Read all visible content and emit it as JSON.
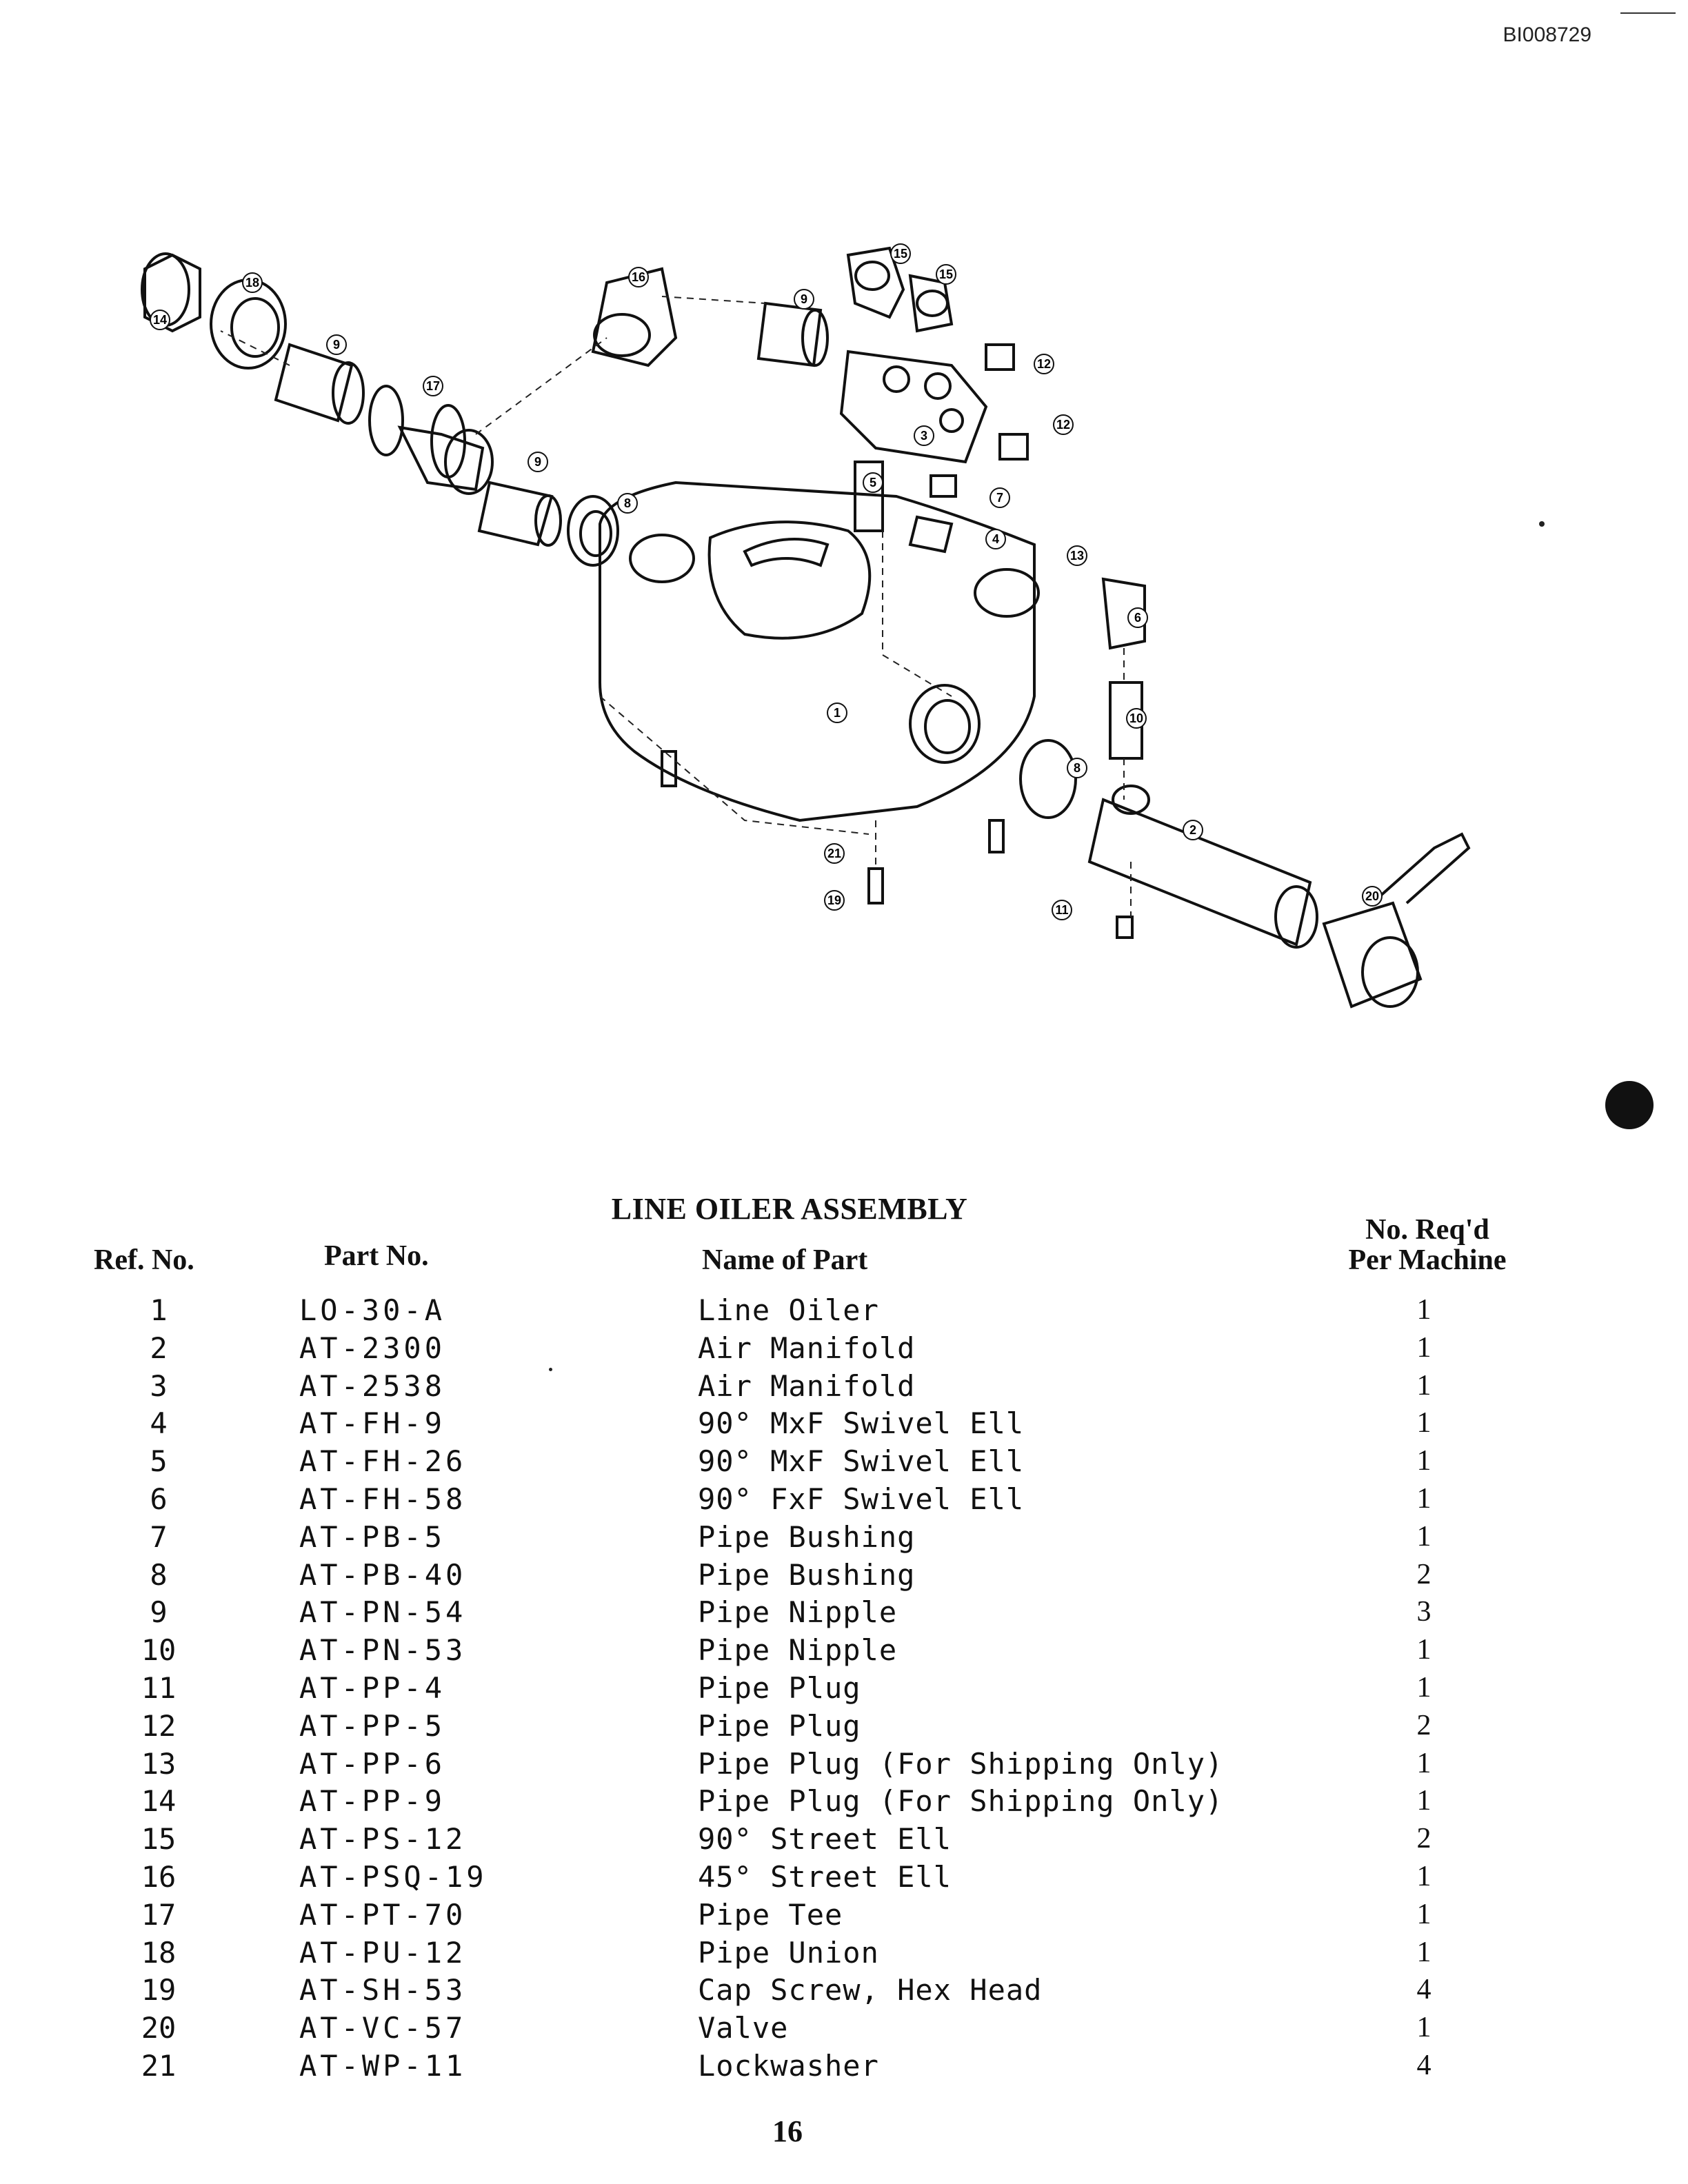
{
  "document_id": "BI008729",
  "title": "LINE OILER ASSEMBLY",
  "headers": {
    "ref_no": "Ref. No.",
    "part_no": "Part No.",
    "name": "Name of Part",
    "qty_line1": "No. Req'd",
    "qty_line2": "Per Machine"
  },
  "rows": [
    {
      "ref": "1",
      "part": "LO-30-A",
      "name": "Line Oiler",
      "qty": "1"
    },
    {
      "ref": "2",
      "part": "AT-2300",
      "name": "Air Manifold",
      "qty": "1"
    },
    {
      "ref": "3",
      "part": "AT-2538",
      "name": "Air Manifold",
      "qty": "1"
    },
    {
      "ref": "4",
      "part": "AT-FH-9",
      "name": "90° MxF Swivel Ell",
      "qty": "1"
    },
    {
      "ref": "5",
      "part": "AT-FH-26",
      "name": "90° MxF Swivel Ell",
      "qty": "1"
    },
    {
      "ref": "6",
      "part": "AT-FH-58",
      "name": "90° FxF Swivel Ell",
      "qty": "1"
    },
    {
      "ref": "7",
      "part": "AT-PB-5",
      "name": "Pipe Bushing",
      "qty": "1"
    },
    {
      "ref": "8",
      "part": "AT-PB-40",
      "name": "Pipe Bushing",
      "qty": "2"
    },
    {
      "ref": "9",
      "part": "AT-PN-54",
      "name": "Pipe Nipple",
      "qty": "3"
    },
    {
      "ref": "10",
      "part": "AT-PN-53",
      "name": "Pipe Nipple",
      "qty": "1"
    },
    {
      "ref": "11",
      "part": "AT-PP-4",
      "name": "Pipe Plug",
      "qty": "1"
    },
    {
      "ref": "12",
      "part": "AT-PP-5",
      "name": "Pipe Plug",
      "qty": "2"
    },
    {
      "ref": "13",
      "part": "AT-PP-6",
      "name": "Pipe Plug  (For Shipping Only)",
      "qty": "1"
    },
    {
      "ref": "14",
      "part": "AT-PP-9",
      "name": "Pipe Plug  (For Shipping Only)",
      "qty": "1"
    },
    {
      "ref": "15",
      "part": "AT-PS-12",
      "name": "90° Street Ell",
      "qty": "2"
    },
    {
      "ref": "16",
      "part": "AT-PSQ-19",
      "name": "45° Street Ell",
      "qty": "1"
    },
    {
      "ref": "17",
      "part": "AT-PT-70",
      "name": "Pipe Tee",
      "qty": "1"
    },
    {
      "ref": "18",
      "part": "AT-PU-12",
      "name": "Pipe Union",
      "qty": "1"
    },
    {
      "ref": "19",
      "part": "AT-SH-53",
      "name": "Cap Screw, Hex Head",
      "qty": "4"
    },
    {
      "ref": "20",
      "part": "AT-VC-57",
      "name": "Valve",
      "qty": "1"
    },
    {
      "ref": "21",
      "part": "AT-WP-11",
      "name": "Lockwasher",
      "qty": "4"
    }
  ],
  "callouts": [
    "18",
    "14",
    "9",
    "17",
    "16",
    "9",
    "15",
    "15",
    "12",
    "12",
    "3",
    "5",
    "7",
    "4",
    "9",
    "8",
    "13",
    "6",
    "10",
    "1",
    "8",
    "2",
    "21",
    "19",
    "11",
    "20"
  ],
  "page_number": "16"
}
